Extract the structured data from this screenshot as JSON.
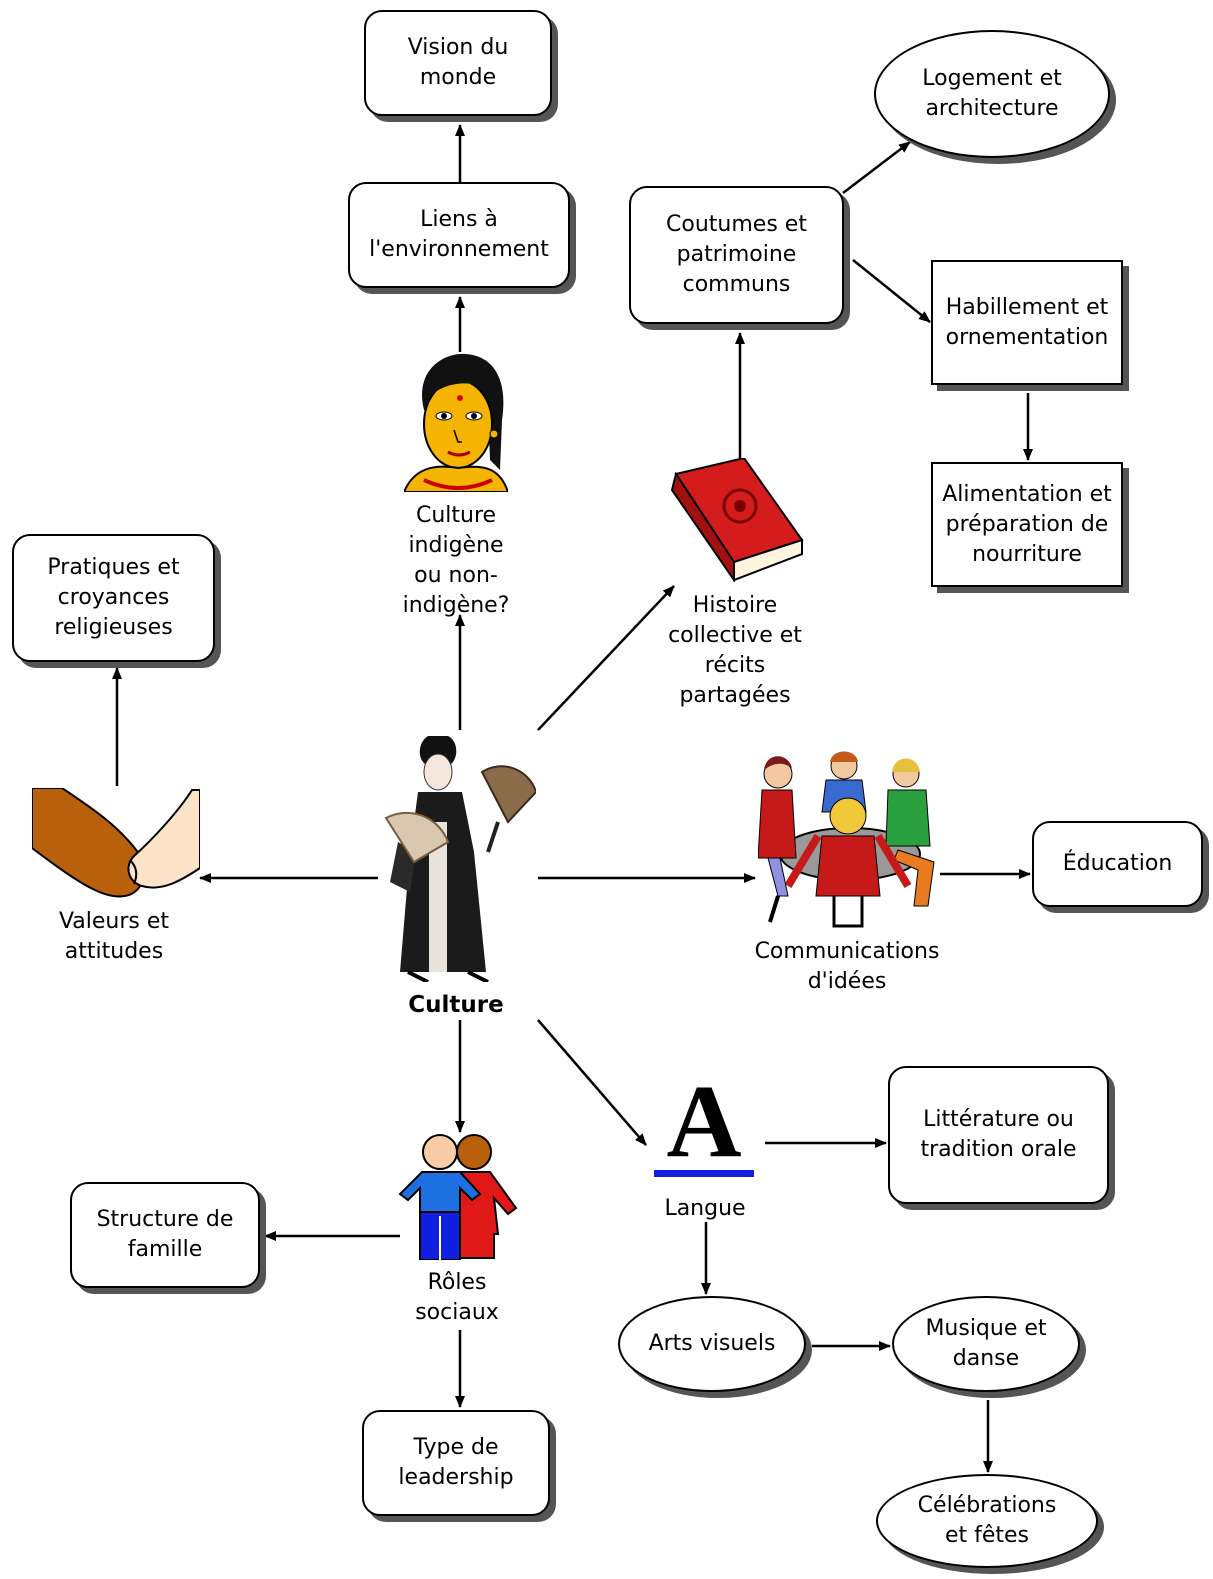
{
  "center": {
    "label": "Culture"
  },
  "captions": {
    "indigenous": "Culture\nindigène\nou non-\nindigène?",
    "history": "Histoire\ncollective et\nrécits\npartagées",
    "values": "Valeurs et\nattitudes",
    "communications": "Communications\nd'idées",
    "language": "Langue",
    "social_roles": "Rôles\nsociaux"
  },
  "nodes": {
    "vision": "Vision du\nmonde",
    "environment": "Liens à\nl'environnement",
    "customs": "Coutumes et\npatrimoine\ncommuns",
    "housing": "Logement et\narchitecture",
    "clothing": "Habillement et\nornementation",
    "food": "Alimentation et\npréparation de\nnourriture",
    "religion": "Pratiques et\ncroyances\nreligieuses",
    "education": "Éducation",
    "literature": "Littérature ou\ntradition orale",
    "family": "Structure de\nfamille",
    "leadership": "Type de\nleadership",
    "arts": "Arts visuels",
    "music": "Musique et\ndanse",
    "celebrations": "Célébrations\net fêtes"
  },
  "language_glyph": "A",
  "colors": {
    "skin_indigenous": "#f4b400",
    "book": "#d51c1c",
    "hand_dark": "#b8600c",
    "hand_light": "#fde3c8",
    "person_blue": "#1e6fe0",
    "person_red": "#e01818",
    "underline": "#1020e0",
    "shadow": "#555555"
  }
}
